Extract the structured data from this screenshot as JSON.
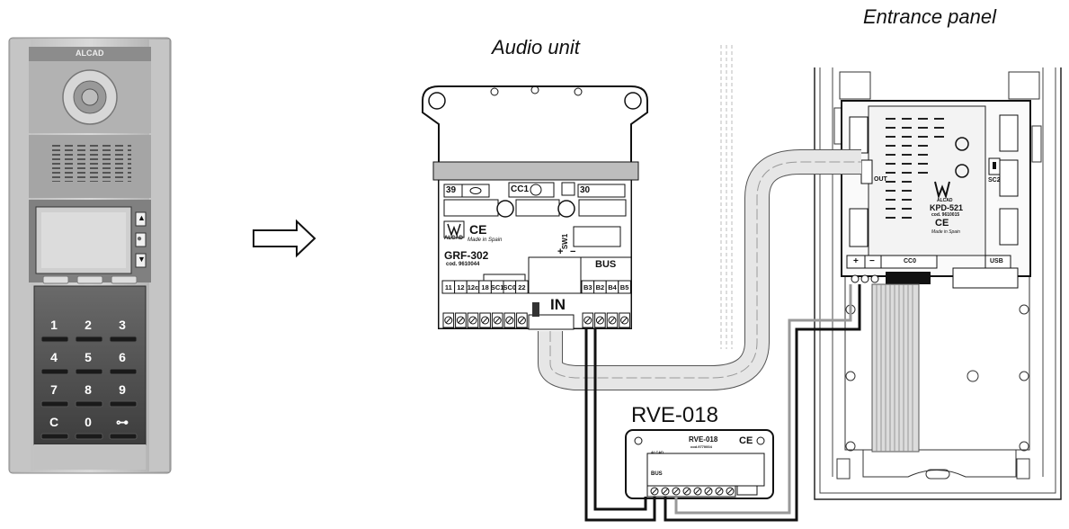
{
  "captions": {
    "entrance_panel": "Entrance panel",
    "audio_unit": "Audio unit",
    "rve_module": "RVE-018"
  },
  "panel_photo": {
    "brand": "ALCAD",
    "nav_keys": [
      "▲",
      "●",
      "▼"
    ],
    "keys": [
      "1",
      "2",
      "3",
      "4",
      "5",
      "6",
      "7",
      "8",
      "9",
      "C",
      "0",
      "⊶"
    ]
  },
  "audio_unit": {
    "brand": "ALCAD",
    "model": "GRF-302",
    "code": "cod. 9610044",
    "made_in": "Made in Spain",
    "ce_mark": "CE",
    "cc1": "CC1",
    "sw1": "SW1",
    "connector_39": "39",
    "connector_30": "30",
    "bus_label": "BUS",
    "in_label": "IN",
    "terminals_left": [
      "11",
      "12",
      "12c",
      "18",
      "SC1",
      "SC0",
      "22"
    ],
    "terminals_bus": [
      "B3",
      "B2",
      "B4",
      "B5"
    ],
    "plus_minus": [
      "+",
      "−"
    ]
  },
  "kpd": {
    "brand": "ALCAD",
    "model": "KPD-521",
    "code": "cod. 9610015",
    "made_in": "Made in Spain",
    "ce_mark": "CE",
    "out": "OUT",
    "sc2": "SC2",
    "cc0": "CC0",
    "usb": "USB",
    "plus": "+",
    "minus": "−"
  },
  "rve": {
    "brand": "ALCAD",
    "model": "RVE-018",
    "code": "cod.9770004",
    "ce_mark": "CE",
    "bus": "BUS"
  },
  "arrow": {
    "direction": "right"
  }
}
